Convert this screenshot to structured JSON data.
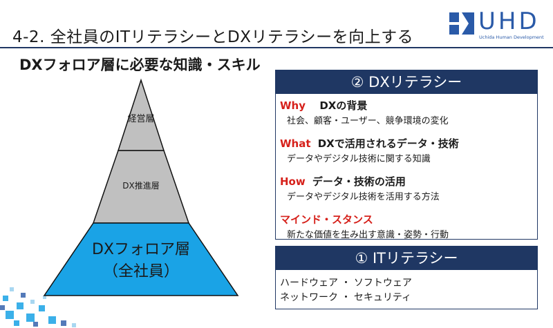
{
  "slide": {
    "title": "4-2. 全社員のITリテラシーとDXリテラシーを向上する"
  },
  "logo": {
    "name": "UHD",
    "subtitle": "Uchida Human Development",
    "color": "#2a5aa8"
  },
  "section_title": "DXフォロア層に必要な知識・スキル",
  "pyramid": {
    "top_label": "経営層",
    "middle_label": "DX推進層",
    "base_label": "DXフォロア層",
    "base_sublabel": "（全社員）",
    "colors": {
      "top": "#c0c0c0",
      "middle": "#c0c0c0",
      "base": "#1aa3e6"
    }
  },
  "dx_literacy": {
    "header": "②  DXリテラシー",
    "header_color": "#1f3763",
    "items": [
      {
        "key": "Why",
        "heading": "DXの背景",
        "description": "社会、顧客・ユーザー、競争環境の変化"
      },
      {
        "key": "What",
        "heading": "DXで活用されるデータ・技術",
        "description": "データやデジタル技術に関する知識"
      },
      {
        "key": "How",
        "heading": "データ・技術の活用",
        "description": "データやデジタル技術を活用する方法"
      },
      {
        "key": "マインド・スタンス",
        "heading": "",
        "description": "新たな価値を生み出す意識・姿勢・行動"
      }
    ],
    "key_color": "#d6201a"
  },
  "it_literacy": {
    "header": "①  ITリテラシー",
    "lines": [
      "ハードウェア ・ ソフトウェア",
      "ネットワーク ・ セキュリティ"
    ]
  }
}
